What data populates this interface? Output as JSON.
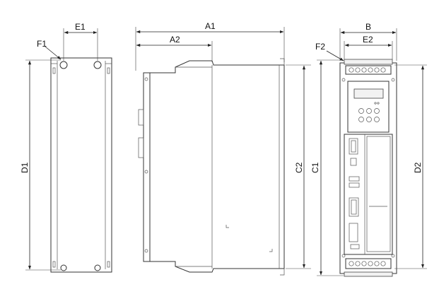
{
  "dimension_labels": {
    "E1": "E1",
    "F1": "F1",
    "D1": "D1",
    "A1": "A1",
    "A2": "A2",
    "C2": "C2",
    "C1": "C1",
    "B": "B",
    "E2": "E2",
    "F2": "F2",
    "D2": "D2"
  },
  "colors": {
    "line": "#333333",
    "background": "#ffffff"
  }
}
